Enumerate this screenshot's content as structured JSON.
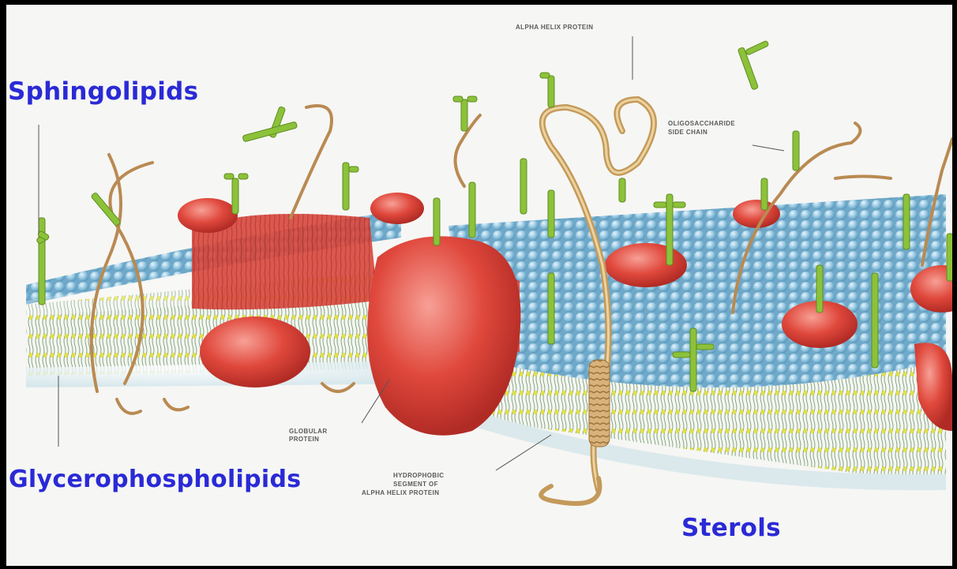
{
  "labels": {
    "sphingolipids": "Sphingolipids",
    "glycerophospholipids": "Glycerophospholipids",
    "sterols": "Sterols"
  },
  "annotations": {
    "alpha_helix_protein": "ALPHA HELIX PROTEIN",
    "oligosaccharide_line1": "OLIGOSACCHARIDE",
    "oligosaccharide_line2": "SIDE CHAIN",
    "globular_line1": "GLOBULAR",
    "globular_line2": "PROTEIN",
    "hydrophobic_line1": "HYDROPHOBIC",
    "hydrophobic_line2": "SEGMENT OF",
    "hydrophobic_line3": "ALPHA HELIX PROTEIN"
  },
  "colors": {
    "label_blue": "#2a2ad6",
    "head_blue": "#8ec3df",
    "protein_red": "#e0483c",
    "sugar_green": "#7cae2a",
    "helix_tan": "#c49a5a",
    "sterol_yellow": "#e4e040"
  }
}
